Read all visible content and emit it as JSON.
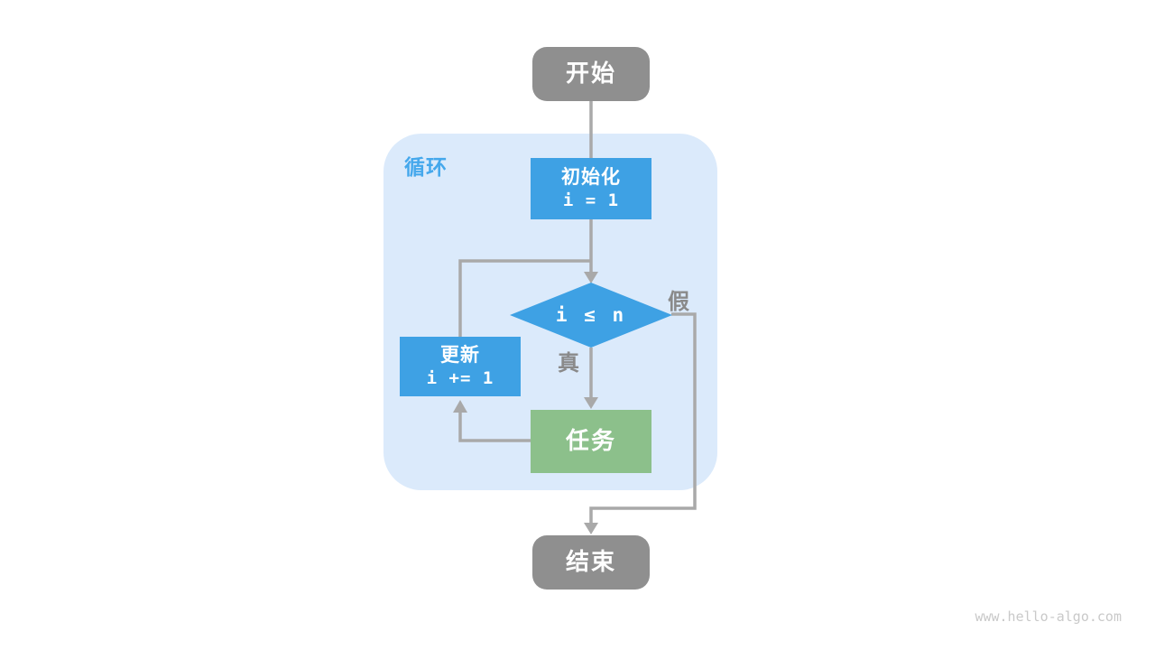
{
  "page": {
    "watermark": "www.hello-algo.com"
  },
  "colors": {
    "background": "#ffffff",
    "terminal_gray": "#8f8f8f",
    "accent_blue": "#3ea1e4",
    "loop_region_blue": "#dbeafb",
    "loop_label_blue": "#45a8ec",
    "task_green": "#8cc08b",
    "arrow_gray": "#a9a9a9",
    "edge_label_gray": "#8a8a8a",
    "watermark_gray": "#c9c9c9"
  },
  "flowchart": {
    "loop_label": "循环",
    "nodes": {
      "start": {
        "label": "开始"
      },
      "init": {
        "title": "初始化",
        "code": "i = 1"
      },
      "condition": {
        "code": "i ≤ n"
      },
      "update": {
        "title": "更新",
        "code": "i += 1"
      },
      "task": {
        "label": "任务"
      },
      "end": {
        "label": "结束"
      }
    },
    "edge_labels": {
      "true_branch": "真",
      "false_branch": "假"
    }
  }
}
